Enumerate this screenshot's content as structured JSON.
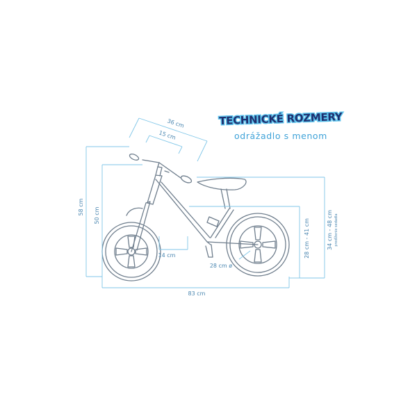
{
  "title": "TECHNICKÉ ROZMERY",
  "subtitle": "odrážadlo s menom",
  "dimensions": {
    "handlebar_width": "36 cm",
    "grip_spacing": "15 cm",
    "overall_height": "58 cm",
    "handlebar_height": "50 cm",
    "footrest_width": "14 cm",
    "wheel_diameter": "28 cm ø",
    "frame_height": "28 cm - 41 cm",
    "seat_height": "34 cm - 48 cm",
    "seat_height_note": "predĺženie sedadla",
    "overall_length": "83 cm"
  },
  "colors": {
    "dimension_lines": "#7fc6e8",
    "dimension_text": "#4a86b0",
    "bike_outline": "#6e7d8c",
    "title_fill": "#1f2f6e",
    "title_outline": "#5cc2ec",
    "subtitle": "#3ea2d8"
  }
}
